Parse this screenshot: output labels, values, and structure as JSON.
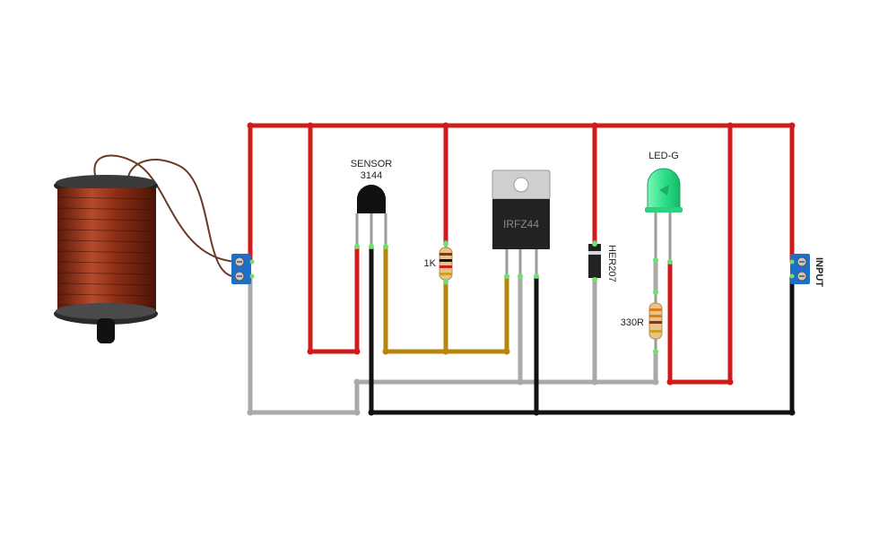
{
  "components": {
    "sensor": {
      "name": "SENSOR",
      "part": "3144"
    },
    "resistor_1k": {
      "value": "1K"
    },
    "mosfet": {
      "part": "IRFZ44"
    },
    "diode": {
      "part": "HER207"
    },
    "led": {
      "name": "LED-G"
    },
    "resistor_330": {
      "value": "330R"
    },
    "input_terminal": {
      "label": "INPUT"
    }
  },
  "wire_colors": {
    "positive": "#d11a1a",
    "ground": "#111111",
    "signal": "#b8860b",
    "common": "#a9a9a9"
  },
  "palette": {
    "copper": "#8b2e16",
    "terminal_blue": "#1e6fc8",
    "led_green": "#2ee08a",
    "mosfet_body": "#222222",
    "mosfet_tab": "#cfcfcf"
  }
}
